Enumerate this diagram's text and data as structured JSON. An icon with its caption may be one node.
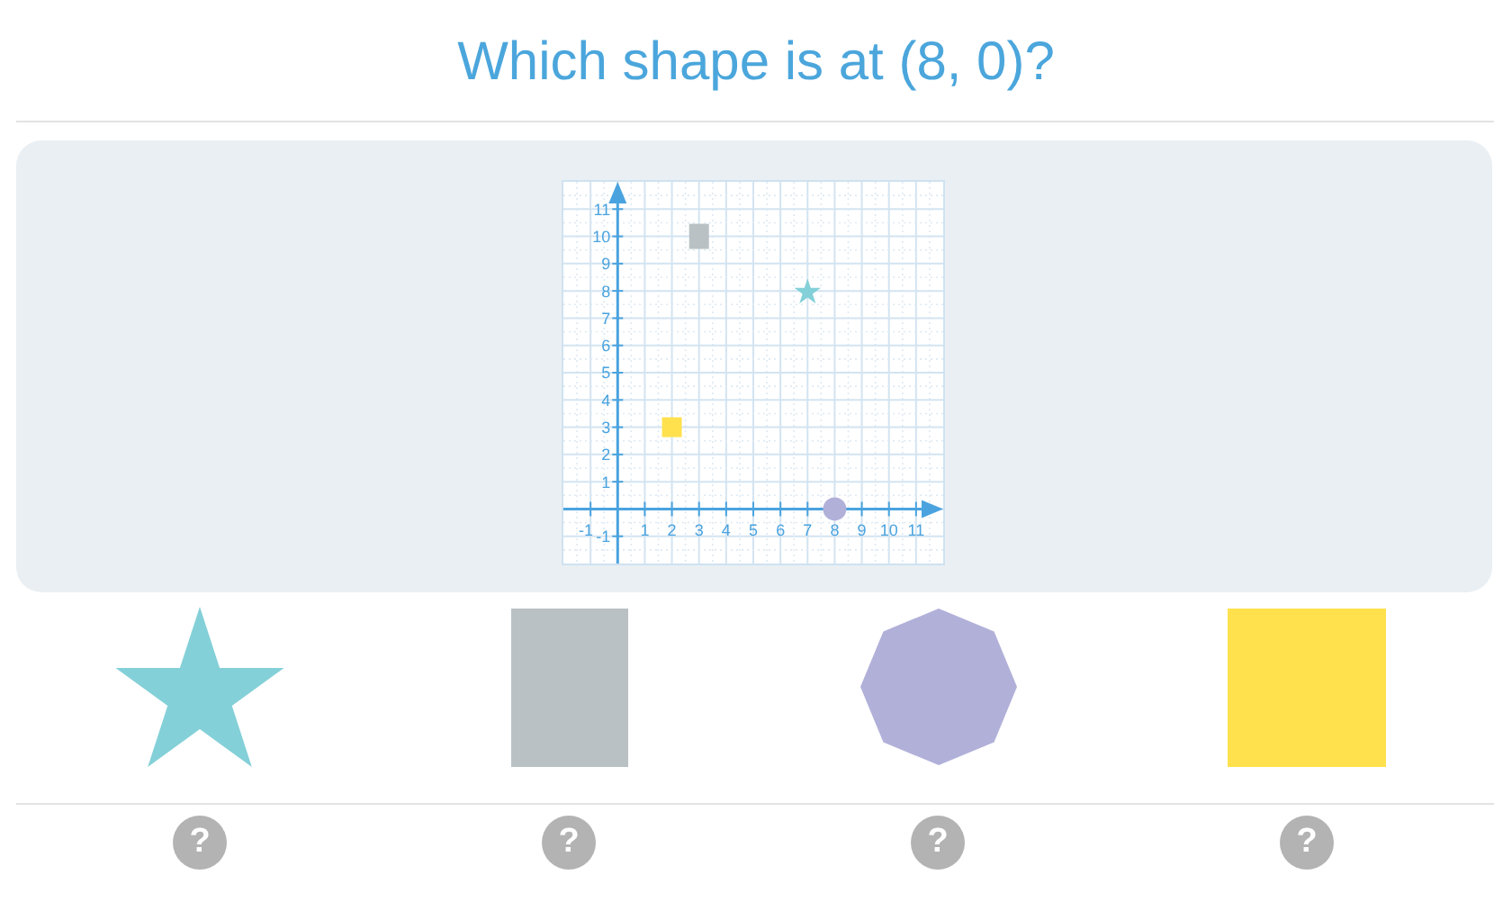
{
  "diagram": {
    "title": "Which shape is at (8, 0)?",
    "nodes": [
      {
        "text": [],
        "shape": "star"
      },
      {
        "text": [],
        "shape": "box"
      },
      {
        "text": [],
        "shape": "octagon"
      },
      {
        "text": [],
        "shape": "box"
      },
      {
        "text": [
          "?"
        ]
      },
      {
        "text": [
          "?"
        ]
      },
      {
        "text": [
          "?"
        ]
      },
      {
        "text": [
          "?"
        ]
      }
    ],
    "chart_data": {
      "type": "scatter",
      "xlim": [
        -2,
        12
      ],
      "ylim": [
        -2,
        12
      ],
      "xticks": [
        -1,
        1,
        2,
        3,
        4,
        5,
        6,
        7,
        8,
        9,
        10,
        11
      ],
      "yticks": [
        -1,
        1,
        2,
        3,
        4,
        5,
        6,
        7,
        8,
        9,
        10,
        11
      ],
      "grid": true,
      "series": [
        {
          "color": "#84d0d8",
          "marker": "star",
          "x": [
            7
          ],
          "values": [
            8
          ]
        },
        {
          "color": "#b9c1c4",
          "marker": "square",
          "x": [
            3
          ],
          "values": [
            10
          ]
        },
        {
          "color": "#b1b0d9",
          "marker": "circle",
          "x": [
            8
          ],
          "values": [
            0
          ]
        },
        {
          "color": "#ffe14e",
          "marker": "square",
          "x": [
            2
          ],
          "values": [
            3
          ]
        }
      ]
    }
  }
}
